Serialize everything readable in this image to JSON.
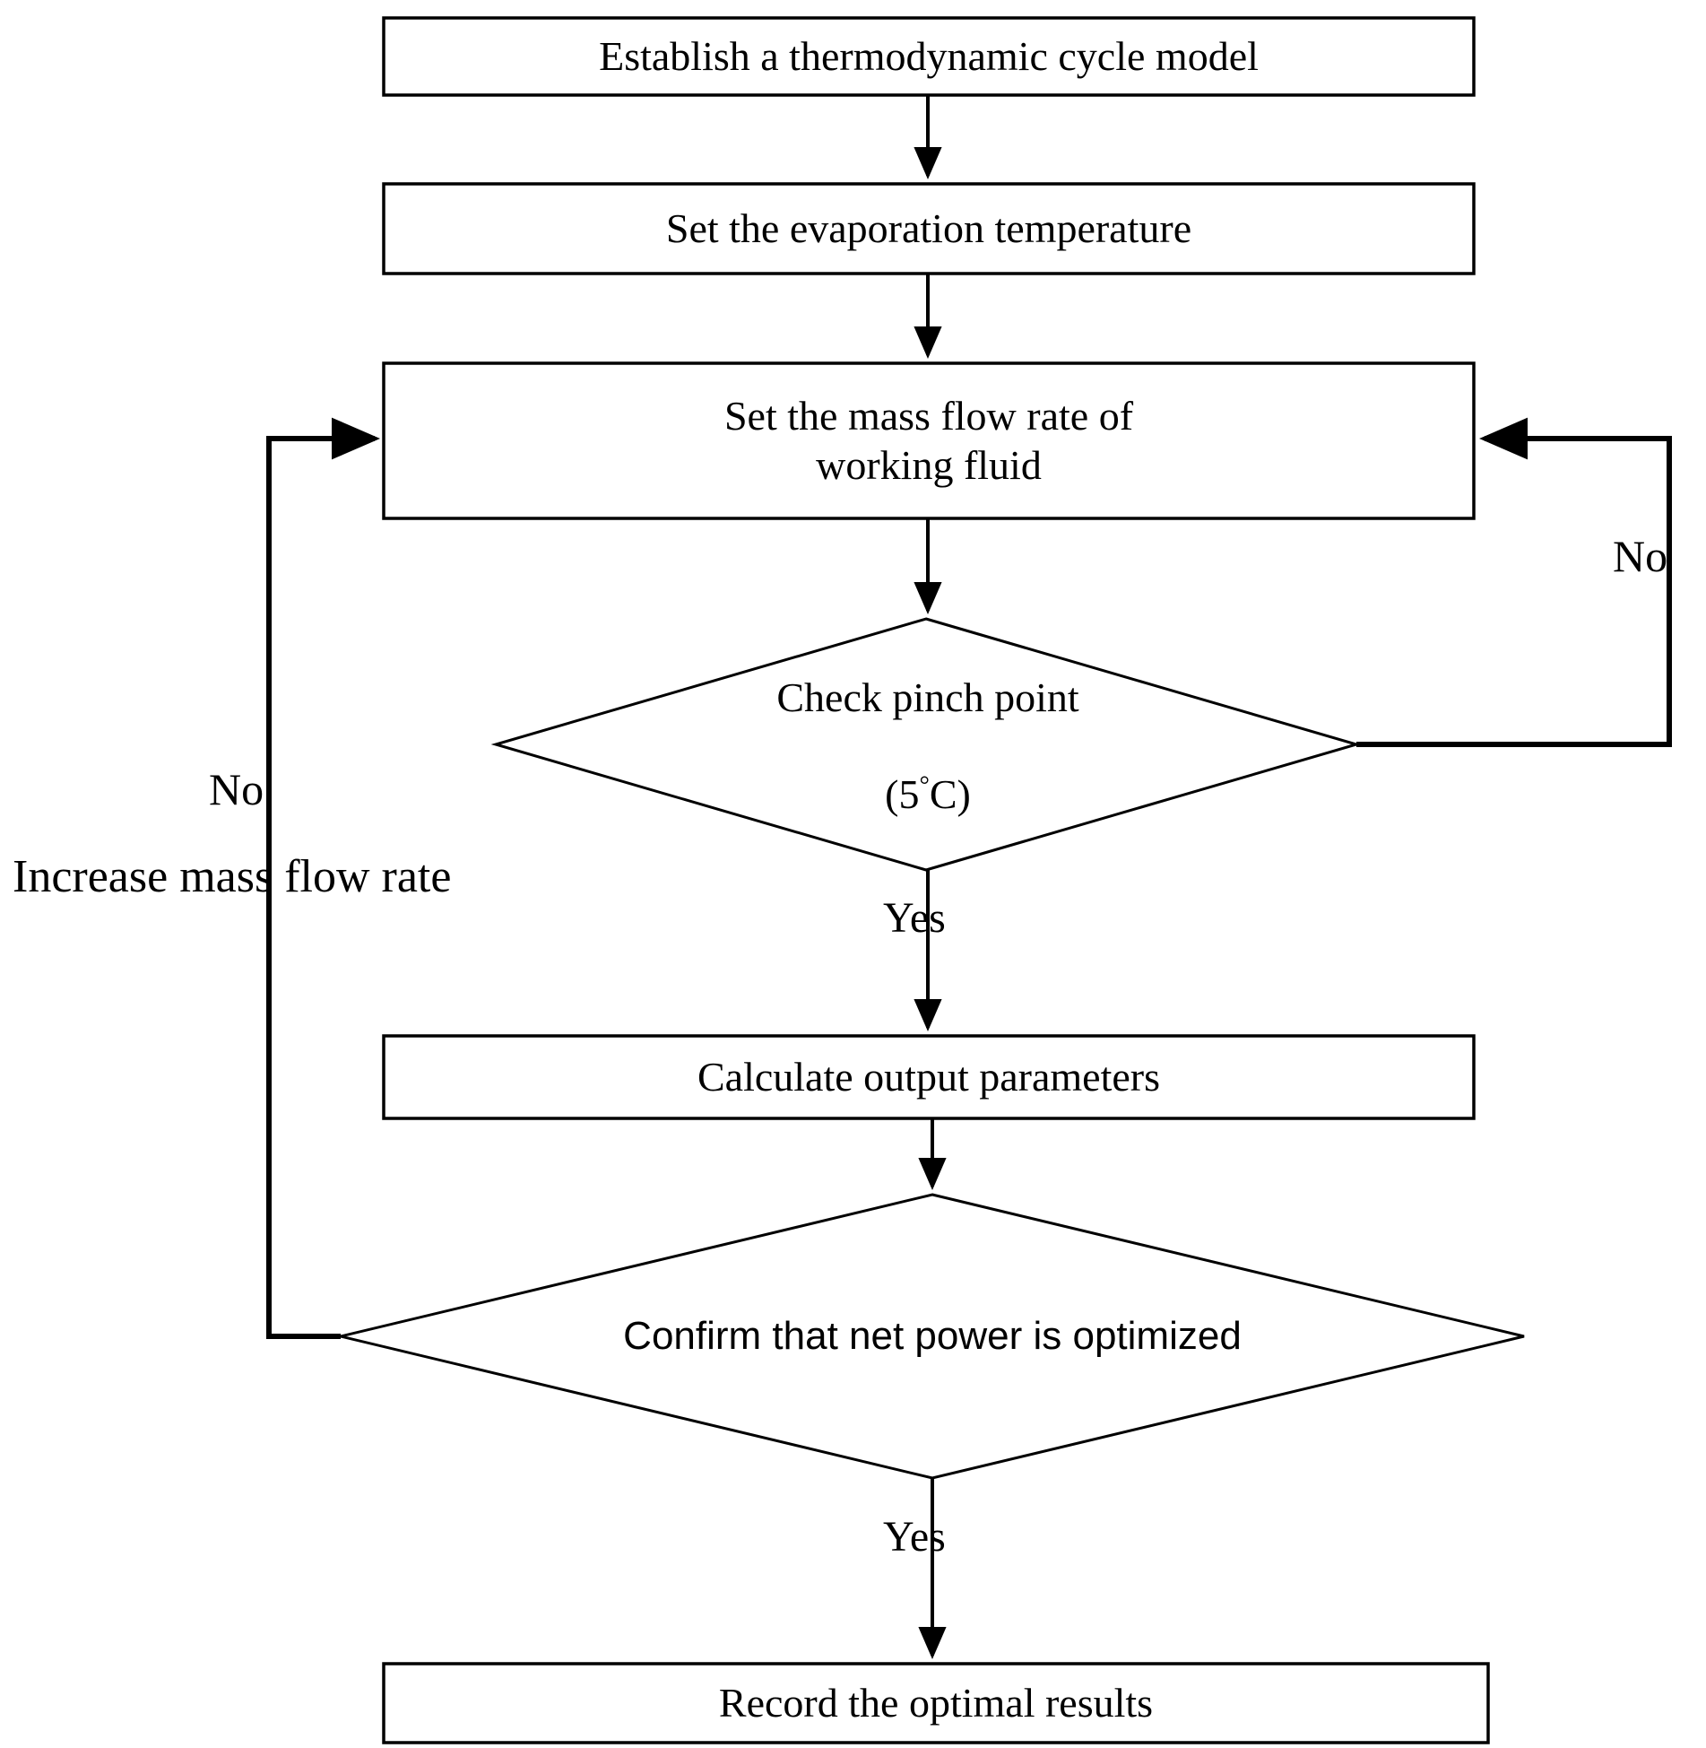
{
  "diagram": {
    "title": "Thermodynamic cycle optimization flowchart",
    "background_color": "#ffffff",
    "line_color": "#000000",
    "text_color": "#000000"
  },
  "nodes": {
    "establish_model": {
      "label": "Establish a thermodynamic cycle model",
      "shape": "process",
      "font_size": 46
    },
    "set_evaporation_temperature": {
      "label": "Set the evaporation temperature",
      "shape": "process",
      "font_size": 46
    },
    "set_mass_flow_rate": {
      "label": "Set the mass flow rate of\nworking fluid",
      "shape": "process",
      "font_size": 46
    },
    "check_pinch_point": {
      "label_line1": "Check pinch point",
      "label_line2_prefix": "(5",
      "label_line2_degree": "°",
      "label_line2_suffix": "C)",
      "shape": "decision",
      "font_size": 46
    },
    "calculate_output": {
      "label": "Calculate output parameters",
      "shape": "process",
      "font_size": 46
    },
    "confirm_net_power": {
      "label": "Confirm that net power is optimized",
      "shape": "decision",
      "font_size": 44
    },
    "record_results": {
      "label": "Record the optimal results",
      "shape": "process",
      "font_size": 46
    }
  },
  "edge_labels": {
    "pinch_no_right": "No",
    "pinch_yes_down": "Yes",
    "power_no_left": "No",
    "power_yes_down": "Yes",
    "increase_mass_flow_rate": "Increase mass flow rate"
  }
}
